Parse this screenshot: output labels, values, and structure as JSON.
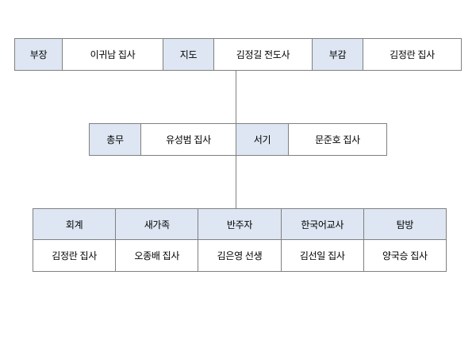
{
  "diagram": {
    "top_row": {
      "cells": [
        {
          "role": "label",
          "text": "부장"
        },
        {
          "role": "name",
          "text": "이귀남 집사"
        },
        {
          "role": "label",
          "text": "지도"
        },
        {
          "role": "name",
          "text": "김정길 전도사"
        },
        {
          "role": "label",
          "text": "부감"
        },
        {
          "role": "name",
          "text": "김정란 집사"
        }
      ]
    },
    "middle_row": {
      "cells": [
        {
          "role": "label",
          "text": "총무"
        },
        {
          "role": "name",
          "text": "유성범 집사"
        },
        {
          "role": "label",
          "text": "서기"
        },
        {
          "role": "name",
          "text": "문준호 집사"
        }
      ]
    },
    "bottom_table": {
      "headers": [
        "회계",
        "새가족",
        "반주자",
        "한국어교사",
        "탐방"
      ],
      "values": [
        "김정란 집사",
        "오종배 집사",
        "김은영 선생",
        "김선일 집사",
        "양국승 집사"
      ]
    },
    "colors": {
      "label_fill": "#dde6f2",
      "border": "#808080",
      "text": "#000000",
      "background": "#ffffff"
    }
  }
}
